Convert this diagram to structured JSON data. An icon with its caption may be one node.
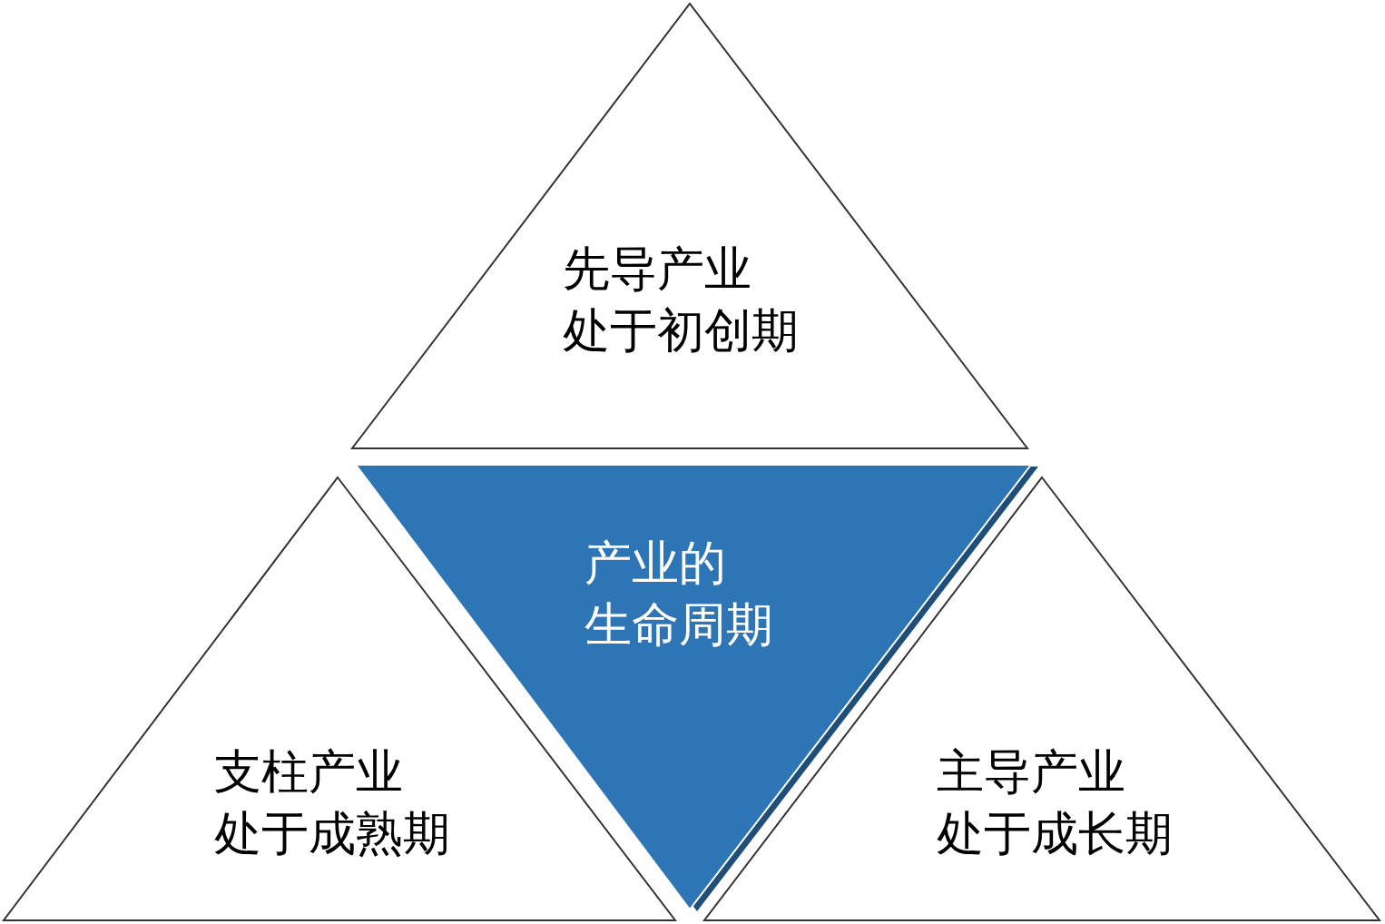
{
  "diagram": {
    "nodes": [
      {
        "text": [
          "先导产业处于初创期"
        ]
      },
      {
        "text": [
          "产业的生命周期"
        ]
      },
      {
        "text": [
          "支柱产业处于成熟期"
        ]
      },
      {
        "text": [
          "主导产业处于成长期"
        ]
      }
    ]
  }
}
